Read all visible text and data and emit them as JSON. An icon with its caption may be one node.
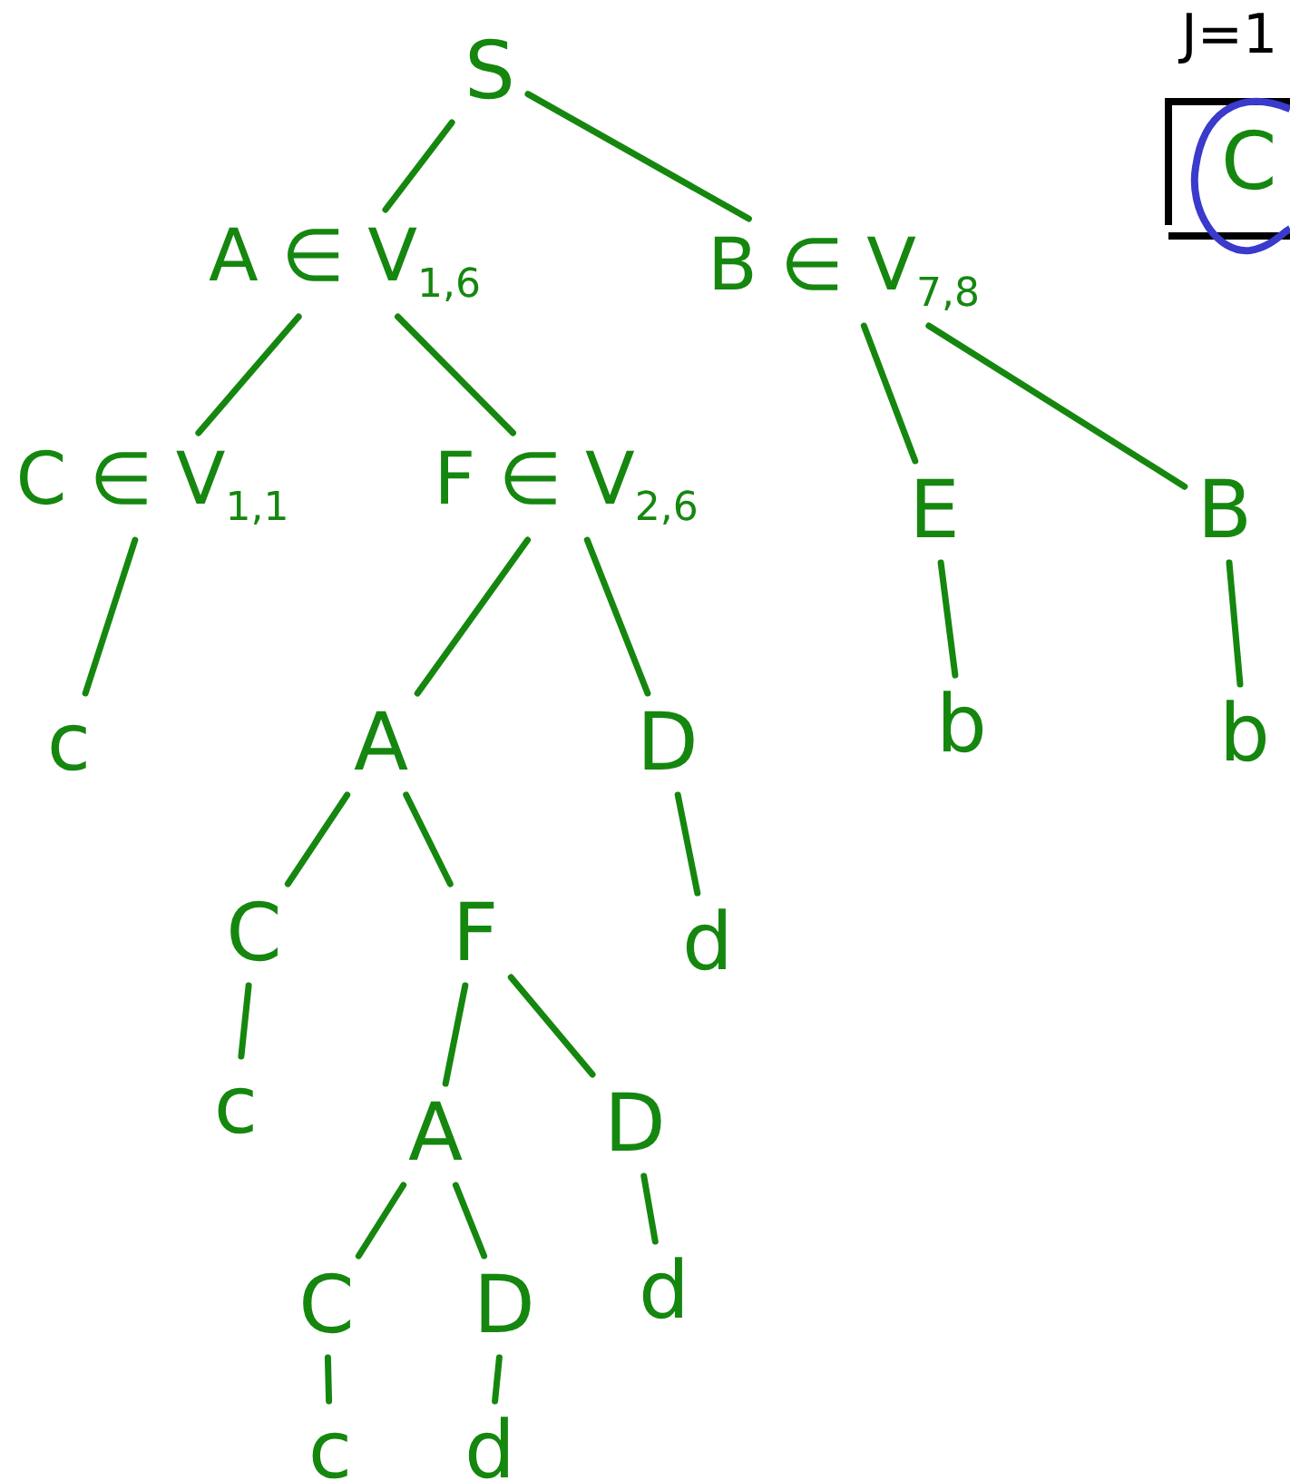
{
  "diagram": {
    "nodes": [
      {
        "text": [
          "S"
        ]
      },
      {
        "text": [
          "A ∈ V$_{1,6}$"
        ]
      },
      {
        "text": [
          "B ∈ V$_{7,8}$"
        ]
      },
      {
        "text": [
          "C ∈ V$_{1,1}$"
        ]
      },
      {
        "text": [
          "F ∈ V$_{2,6}$"
        ]
      },
      {
        "text": [
          "E"
        ]
      },
      {
        "text": [
          "B"
        ]
      },
      {
        "text": [
          "c"
        ]
      },
      {
        "text": [
          "A"
        ]
      },
      {
        "text": [
          "D"
        ]
      },
      {
        "text": [
          "b"
        ]
      },
      {
        "text": [
          "b"
        ]
      },
      {
        "text": [
          "C"
        ]
      },
      {
        "text": [
          "F"
        ]
      },
      {
        "text": [
          "d"
        ]
      },
      {
        "text": [
          "c"
        ]
      },
      {
        "text": [
          "A"
        ]
      },
      {
        "text": [
          "D"
        ]
      },
      {
        "text": [
          "C"
        ]
      },
      {
        "text": [
          "D"
        ]
      },
      {
        "text": [
          "d"
        ]
      },
      {
        "text": [
          "c"
        ]
      },
      {
        "text": [
          "d"
        ]
      },
      {
        "text": [
          "C"
        ],
        "beside": [
          "J=1"
        ]
      }
    ],
    "edges": [
      {
        "from": 0,
        "to": 1,
        "arrow": "none"
      },
      {
        "from": 0,
        "to": 2,
        "arrow": "none"
      },
      {
        "from": 1,
        "to": 3,
        "arrow": "none"
      },
      {
        "from": 1,
        "to": 4,
        "arrow": "none"
      },
      {
        "from": 2,
        "to": 5,
        "arrow": "none"
      },
      {
        "from": 2,
        "to": 6,
        "arrow": "none"
      },
      {
        "from": 3,
        "to": 7,
        "arrow": "none"
      },
      {
        "from": 4,
        "to": 8,
        "arrow": "none"
      },
      {
        "from": 4,
        "to": 9,
        "arrow": "none"
      },
      {
        "from": 5,
        "to": 10,
        "arrow": "none"
      },
      {
        "from": 6,
        "to": 11,
        "arrow": "none"
      },
      {
        "from": 8,
        "to": 12,
        "arrow": "none"
      },
      {
        "from": 8,
        "to": 13,
        "arrow": "none"
      },
      {
        "from": 9,
        "to": 14,
        "arrow": "none"
      },
      {
        "from": 12,
        "to": 15,
        "arrow": "none"
      },
      {
        "from": 13,
        "to": 16,
        "arrow": "none"
      },
      {
        "from": 13,
        "to": 17,
        "arrow": "none"
      },
      {
        "from": 16,
        "to": 18,
        "arrow": "none"
      },
      {
        "from": 16,
        "to": 19,
        "arrow": "none"
      },
      {
        "from": 17,
        "to": 20,
        "arrow": "none"
      },
      {
        "from": 18,
        "to": 21,
        "arrow": "none"
      },
      {
        "from": 19,
        "to": 22,
        "arrow": "none"
      }
    ]
  }
}
